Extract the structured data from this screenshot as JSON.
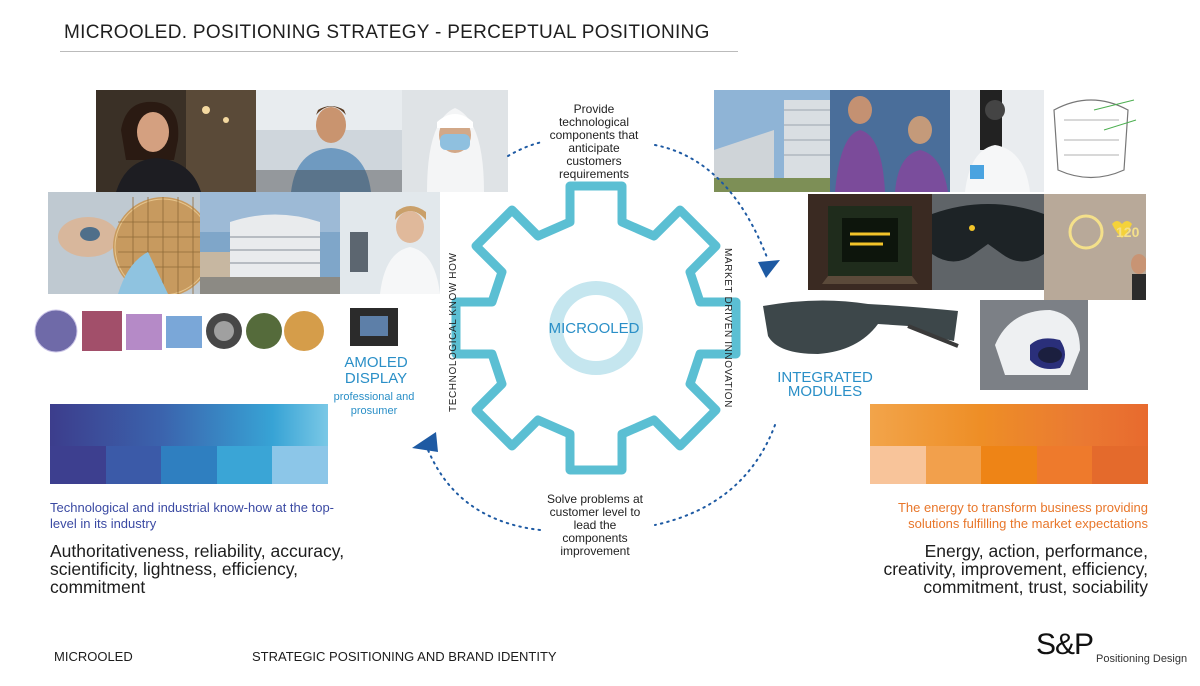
{
  "header": {
    "title": "MICROOLED. POSITIONING STRATEGY - PERCEPTUAL POSITIONING"
  },
  "center": {
    "gear_label": "MICROOLED"
  },
  "cycle": {
    "top": "Provide technological components that anticipate customers requirements",
    "bottom": "Solve problems at customer level to lead the components improvement",
    "left_vertical": "TECHNOLOGICAL KNOW HOW",
    "right_vertical": "MARKET DRIVEN INNOVATION"
  },
  "left": {
    "product_title": "AMOLED DISPLAY",
    "product_subtitle": "professional and prosumer",
    "description": "Technological and industrial know-how at the top-level in its industry",
    "values": "Authoritativeness, reliability, accuracy, scientificity, lightness, efficiency, commitment",
    "palette": [
      "#3d3f8f",
      "#3b5aa8",
      "#2f7fc0",
      "#3aa5d6",
      "#8cc6e8"
    ]
  },
  "right": {
    "product_title": "INTEGRATED MODULES",
    "description": "The energy to transform business providing solutions fulfilling the market expectations",
    "values": "Energy, action, performance, creativity, improvement, efficiency, commitment, trust, sociability",
    "palette": [
      "#f8c49a",
      "#f2a04c",
      "#ee8416",
      "#ee7a2c",
      "#e46a2c"
    ],
    "hud_number": "120"
  },
  "footer": {
    "company": "MICROOLED",
    "subtitle": "STRATEGIC POSITIONING AND BRAND IDENTITY",
    "logo": "S&P",
    "logo_sub": "Positioning Design"
  },
  "colors": {
    "gear": "#5bbfd3",
    "arrow": "#1e5aa3",
    "accent_blue": "#2a8fc7",
    "accent_orange": "#e8762a"
  }
}
